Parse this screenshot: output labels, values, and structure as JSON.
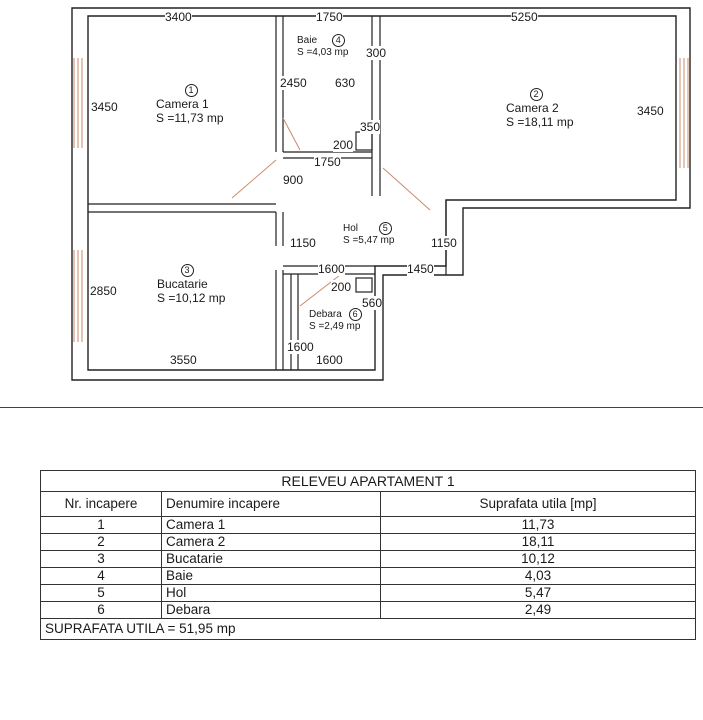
{
  "plan": {
    "dims": {
      "d_3400": "3400",
      "d_1750_top": "1750",
      "d_5250": "5250",
      "d_3450_left": "3450",
      "d_2450": "2450",
      "d_630": "630",
      "d_300": "300",
      "d_350": "350",
      "d_200_top": "200",
      "d_1750_mid": "1750",
      "d_900": "900",
      "d_3450_right": "3450",
      "d_1150_left": "1150",
      "d_1150_right": "1150",
      "d_1600_mid": "1600",
      "d_1450": "1450",
      "d_200_low": "200",
      "d_560": "560",
      "d_2850": "2850",
      "d_1600_vert": "1600",
      "d_3550": "3550",
      "d_1600_bottom": "1600"
    },
    "rooms": [
      {
        "num": "1",
        "name": "Camera 1",
        "area": "S =11,73 mp"
      },
      {
        "num": "2",
        "name": "Camera 2",
        "area": "S =18,11 mp"
      },
      {
        "num": "3",
        "name": "Bucatarie",
        "area": "S =10,12 mp"
      },
      {
        "num": "4",
        "name": "Baie",
        "area": "S =4,03 mp"
      },
      {
        "num": "5",
        "name": "Hol",
        "area": "S =5,47 mp"
      },
      {
        "num": "6",
        "name": "Debara",
        "area": "S =2,49 mp"
      }
    ]
  },
  "table": {
    "title": "RELEVEU APARTAMENT 1",
    "headers": [
      "Nr. incapere",
      "Denumire incapere",
      "Suprafata utila [mp]"
    ],
    "rows": [
      [
        "1",
        "Camera 1",
        "11,73"
      ],
      [
        "2",
        "Camera 2",
        "18,11"
      ],
      [
        "3",
        "Bucatarie",
        "10,12"
      ],
      [
        "4",
        "Baie",
        "4,03"
      ],
      [
        "5",
        "Hol",
        "5,47"
      ],
      [
        "6",
        "Debara",
        "2,49"
      ]
    ],
    "total": "SUPRAFATA UTILA = 51,95 mp"
  }
}
